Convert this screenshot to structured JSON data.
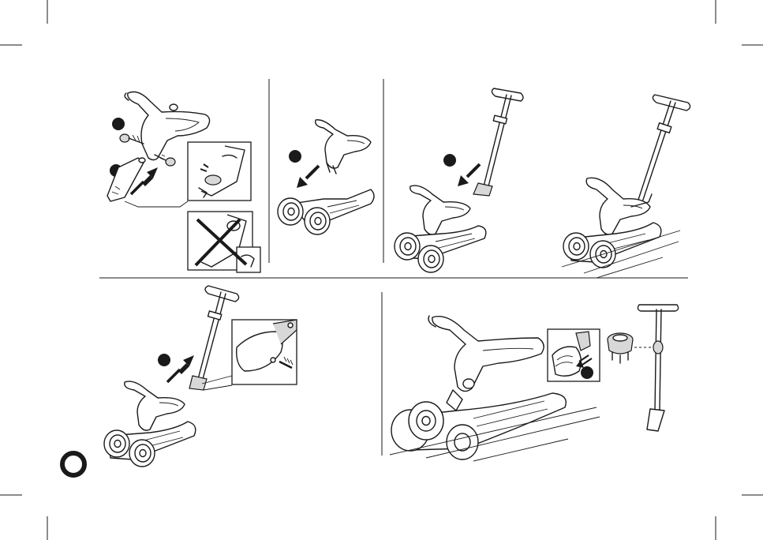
{
  "page": {
    "background": "#ffffff",
    "ink": "#1a1a1a",
    "accent_gray": "#d8d8d8"
  },
  "icons": {
    "push_arrow": "arrow-icon",
    "step_marker": "filled-circle-icon",
    "prohibited": "cross-out-icon",
    "page_marker": "ring-icon"
  },
  "steps": [
    {
      "id": "attach-seat-bolt",
      "markers": 2
    },
    {
      "id": "insert-seat-into-deck",
      "markers": 1
    },
    {
      "id": "insert-steering-column",
      "markers": 1
    },
    {
      "id": "scooter-mode-riding",
      "markers": 0
    },
    {
      "id": "lock-column-clip",
      "markers": 1
    },
    {
      "id": "remove-steering-column-cap",
      "markers": 1
    }
  ]
}
